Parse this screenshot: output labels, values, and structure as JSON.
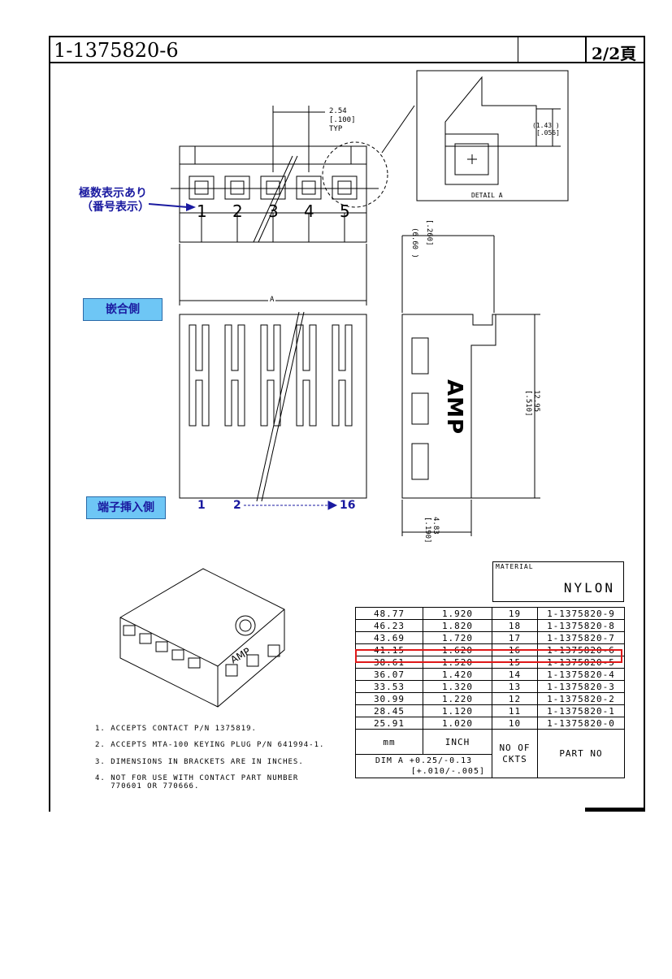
{
  "header": {
    "part_number": "1-1375820-6",
    "page": "2/2頁"
  },
  "labels": {
    "pin_number_note_1": "極数表示あり",
    "pin_number_note_2": "（番号表示）",
    "mating_side": "嵌合側",
    "insert_side": "端子挿入側",
    "pin_seq_1": "1",
    "pin_seq_2": "2",
    "pin_seq_end": "16",
    "top_pin_nums": [
      "1",
      "2",
      "3",
      "4",
      "5"
    ],
    "dim_pitch_mm": "2.54",
    "dim_pitch_in": "[.100]",
    "dim_pitch_typ": "TYP",
    "dim_a": "A",
    "dim_detail_mm": "(1.43 )",
    "dim_detail_in": "[.056]",
    "detail_label": "DETAIL  A",
    "dim_height_mm": "(6.60 )",
    "dim_height_in": "[.260]",
    "dim_length_mm": "12.95",
    "dim_length_in": "[.510]",
    "dim_width_mm": "4.83",
    "dim_width_in": "[.190]",
    "logo_text": "AMP"
  },
  "material": {
    "label": "MATERIAL",
    "value": "NYLON"
  },
  "notes": [
    "1. ACCEPTS CONTACT P/N 1375819.",
    "2. ACCEPTS MTA-100 KEYING PLUG P/N 641994-1.",
    "3. DIMENSIONS IN BRACKETS ARE IN INCHES.",
    "4. NOT FOR USE WITH CONTACT PART NUMBER",
    "   770601 OR 770666."
  ],
  "parts_table": {
    "rows": [
      {
        "mm": "48.77",
        "inch": "1.920",
        "ckts": "19",
        "part": "1-1375820-9"
      },
      {
        "mm": "46.23",
        "inch": "1.820",
        "ckts": "18",
        "part": "1-1375820-8"
      },
      {
        "mm": "43.69",
        "inch": "1.720",
        "ckts": "17",
        "part": "1-1375820-7"
      },
      {
        "mm": "41.15",
        "inch": "1.620",
        "ckts": "16",
        "part": "1-1375820-6"
      },
      {
        "mm": "38.61",
        "inch": "1.520",
        "ckts": "15",
        "part": "1-1375820-5"
      },
      {
        "mm": "36.07",
        "inch": "1.420",
        "ckts": "14",
        "part": "1-1375820-4"
      },
      {
        "mm": "33.53",
        "inch": "1.320",
        "ckts": "13",
        "part": "1-1375820-3"
      },
      {
        "mm": "30.99",
        "inch": "1.220",
        "ckts": "12",
        "part": "1-1375820-2"
      },
      {
        "mm": "28.45",
        "inch": "1.120",
        "ckts": "11",
        "part": "1-1375820-1"
      },
      {
        "mm": "25.91",
        "inch": "1.020",
        "ckts": "10",
        "part": "1-1375820-0"
      }
    ],
    "highlighted_part": "1-1375820-6",
    "highlight_color": "#e01818",
    "header_mm": "mm",
    "header_inch": "INCH",
    "header_ckts": "NO OF CKTS",
    "header_part": "PART NO",
    "dim_note_1": "DIM A +0.25/-0.13",
    "dim_note_2": "[+.010/-.005]"
  }
}
